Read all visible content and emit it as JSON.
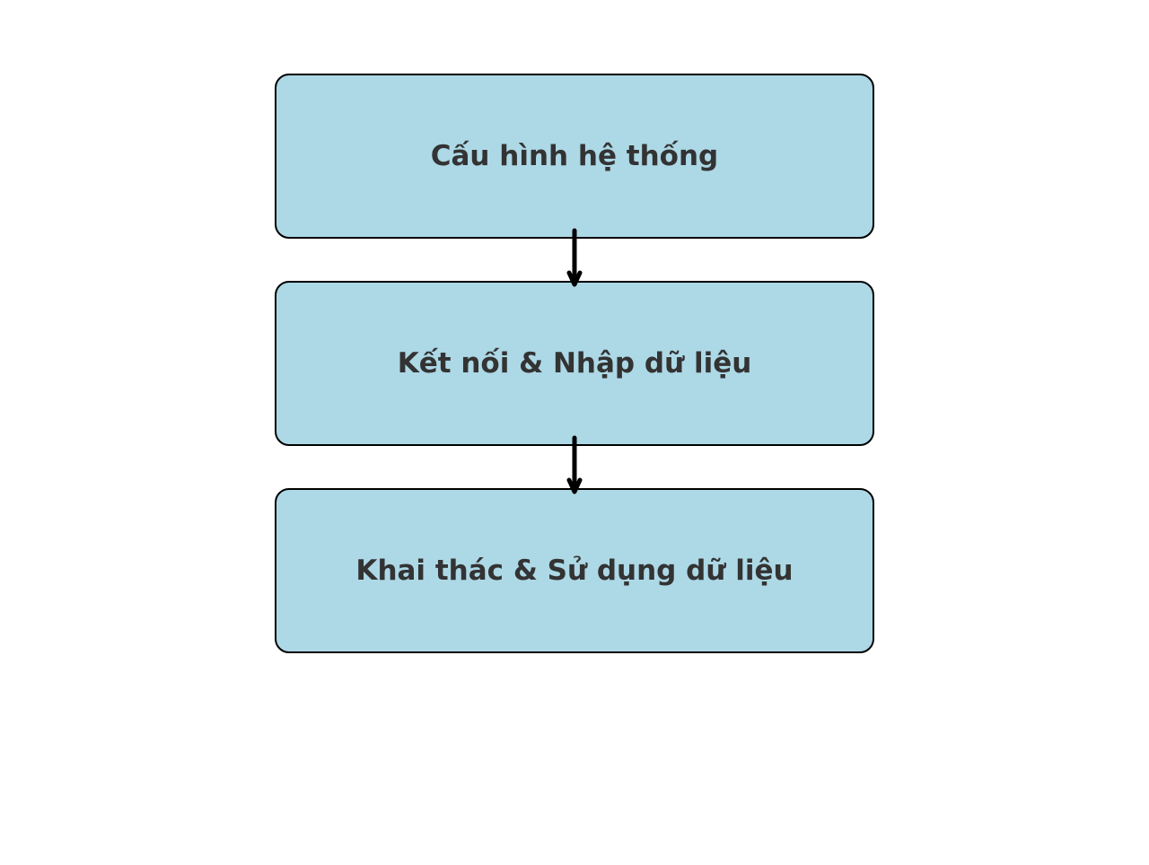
{
  "steps": [
    {
      "label": "Cấu hình hệ thống"
    },
    {
      "label": "Kết nối & Nhập dữ liệu"
    },
    {
      "label": "Khai thác & Sử dụng dữ liệu"
    }
  ],
  "colors": {
    "box_fill": "#add8e6",
    "text": "#333333",
    "border": "#000000"
  }
}
